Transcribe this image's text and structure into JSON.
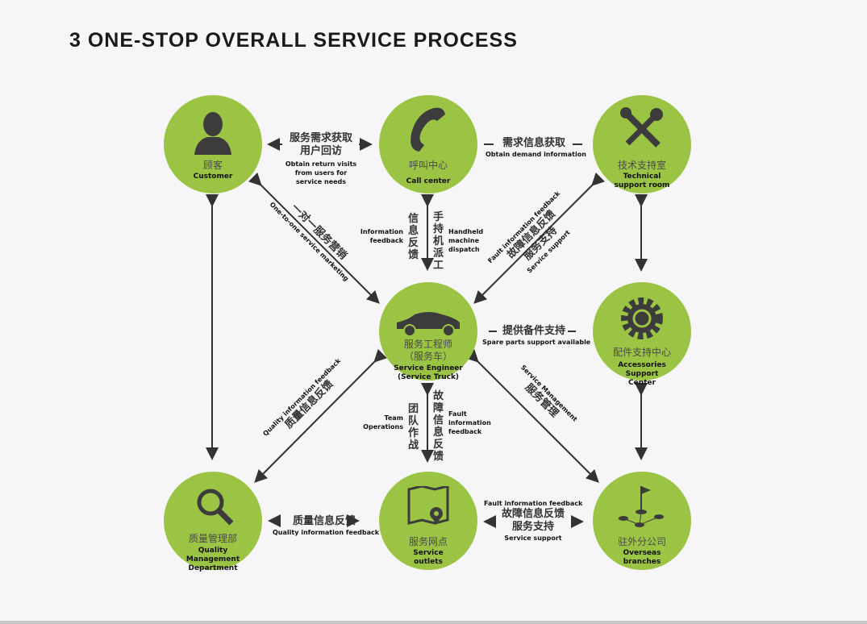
{
  "title": "3 ONE-STOP OVERALL SERVICE PROCESS",
  "colors": {
    "node": "#9cc444",
    "icon": "#3c3c3c",
    "arrow": "#333333"
  },
  "nodes": {
    "customer": {
      "zh": "顾客",
      "en": "Customer",
      "icon": "person-icon"
    },
    "call": {
      "zh": "呼叫中心",
      "en": "Call center",
      "icon": "phone-icon"
    },
    "tech": {
      "zh": "技术支持室",
      "en": "Technical support room",
      "icon": "tools-icon"
    },
    "engineer": {
      "zh": "服务工程师（服务车）",
      "en": "Service Engineer (Service Truck)",
      "icon": "car-icon"
    },
    "accessories": {
      "zh": "配件支持中心",
      "en": "Accessories Support Center",
      "icon": "gear-icon"
    },
    "quality": {
      "zh": "质量管理部",
      "en": "Quality Management Department",
      "icon": "magnifier-icon"
    },
    "outlets": {
      "zh": "服务网点",
      "en": "Service outlets",
      "icon": "map-pin-icon"
    },
    "overseas": {
      "zh": "驻外分公司",
      "en": "Overseas branches",
      "icon": "network-flag-icon"
    }
  },
  "links": {
    "customer_call": {
      "zh1": "服务需求获取",
      "zh2": "用户回访",
      "en": "Obtain return visits from users for service needs"
    },
    "call_tech": {
      "zh": "需求信息获取",
      "en": "Obtain demand information"
    },
    "call_engineer": {
      "zh_left": "信息反馈",
      "en_left": "Information feedback",
      "zh_right": "手持机派工",
      "en_right": "Handheld machine dispatch"
    },
    "customer_engineer": {
      "zh": "一对一服务营销",
      "en": "One-to-one service marketing"
    },
    "tech_engineer": {
      "en1": "Fault information feedback",
      "zh1": "故障信息反馈",
      "zh2": "服务支持",
      "en2": "Service support"
    },
    "engineer_accessories": {
      "zh": "提供备件支持",
      "en": "Spare parts support available"
    },
    "engineer_quality": {
      "en": "Quality information feedback",
      "zh": "质量信息反馈"
    },
    "engineer_overseas": {
      "en": "Service Management",
      "zh": "服务管理"
    },
    "engineer_outlets": {
      "zh_left": "团队作战",
      "en_left": "Team Operations",
      "zh_right": "故障信息反馈",
      "en_right": "Fault information feedback"
    },
    "quality_outlets": {
      "zh": "质量信息反馈",
      "en": "Quality information feedback"
    },
    "outlets_overseas": {
      "en1": "Fault information feedback",
      "zh1": "故障信息反馈",
      "zh2": "服务支持",
      "en2": "Service support"
    }
  }
}
